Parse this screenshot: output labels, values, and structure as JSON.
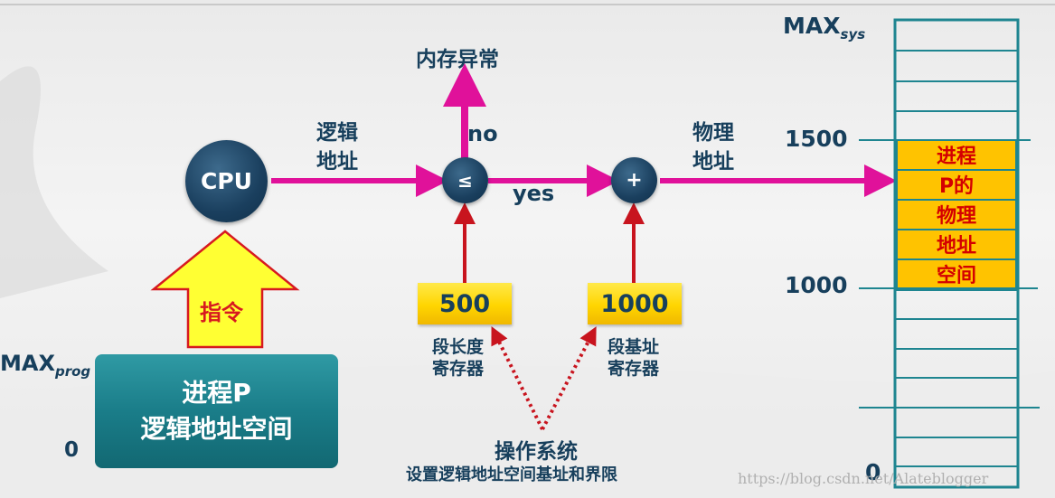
{
  "cpu": {
    "label": "CPU"
  },
  "instruction": {
    "label": "指令"
  },
  "logical_space": {
    "line1": "进程P",
    "line2": "逻辑地址空间"
  },
  "max_prog": {
    "base": "MAX",
    "sub": "prog"
  },
  "zero_left": "0",
  "logical_addr": {
    "line1": "逻辑",
    "line2": "地址"
  },
  "compare": {
    "symbol": "≤",
    "no_label": "no",
    "yes_label": "yes"
  },
  "exception": "内存异常",
  "adder": {
    "symbol": "+"
  },
  "physical_addr": {
    "line1": "物理",
    "line2": "地址"
  },
  "limit_register": {
    "value": "500",
    "line1": "段长度",
    "line2": "寄存器"
  },
  "base_register": {
    "value": "1000",
    "line1": "段基址",
    "line2": "寄存器"
  },
  "os": {
    "title": "操作系统",
    "subtitle": "设置逻辑地址空间基址和界限"
  },
  "memory": {
    "max_sys": {
      "base": "MAX",
      "sub": "sys"
    },
    "mark_1500": "1500",
    "mark_1000": "1000",
    "mark_0": "0",
    "process_cells": [
      "进程",
      "P的",
      "物理",
      "地址",
      "空间"
    ]
  },
  "watermark": "https://blog.csdn.net/Alateblogger",
  "colors": {
    "arrow": "#e0119a",
    "vertical_arrow": "#c8141e",
    "dotted": "#c8141e",
    "memory_border": "#1e8590",
    "highlight": "#ffc300",
    "text": "#173f5c"
  }
}
